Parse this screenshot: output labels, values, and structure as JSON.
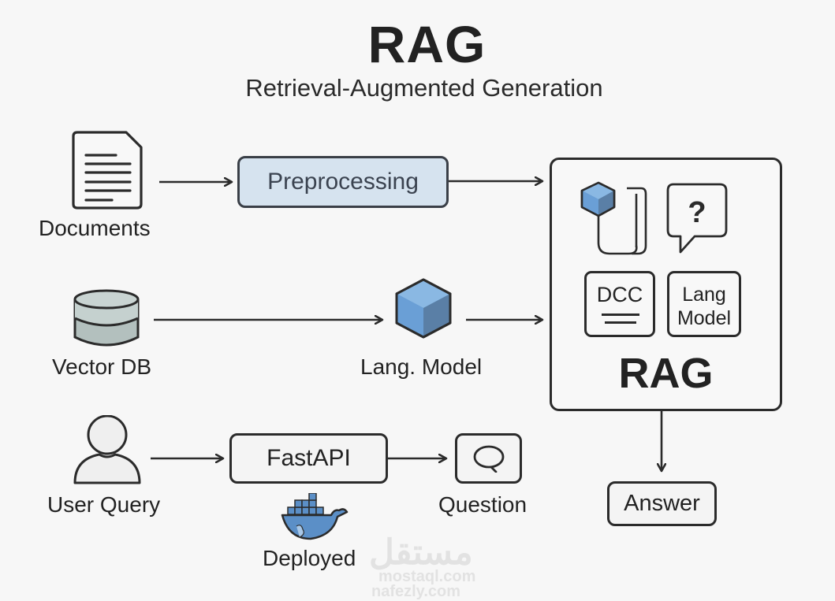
{
  "header": {
    "title": "RAG",
    "subtitle": "Retrieval-Augmented Generation"
  },
  "nodes": {
    "documents": {
      "label": "Documents",
      "icon": "document-icon"
    },
    "preprocessing": {
      "label": "Preprocessing"
    },
    "vector_db": {
      "label": "Vector DB",
      "icon": "database-icon"
    },
    "lang_model": {
      "label": "Lang. Model",
      "icon": "cube-icon"
    },
    "user_query": {
      "label": "User Query",
      "icon": "user-icon"
    },
    "fastapi": {
      "label": "FastAPI"
    },
    "deployed": {
      "label": "Deployed",
      "icon": "docker-whale-icon"
    },
    "question": {
      "label": "Question",
      "icon": "chat-bubble-icon"
    },
    "answer": {
      "label": "Answer"
    }
  },
  "rag_panel": {
    "title": "RAG",
    "doc_tile": "DCC",
    "lang_tile_line1": "Lang",
    "lang_tile_line2": "Model",
    "question_mark": "?"
  },
  "colors": {
    "accent_blue": "#6b9fd4",
    "preprocessing_fill": "#d6e3ef",
    "db_fill": "#b9c6c4",
    "stroke": "#2b2b2b",
    "background": "#f7f7f7"
  },
  "watermark": {
    "arabic": "مستقل",
    "line1": "mostaql.com",
    "line2": "nafezly.com"
  }
}
